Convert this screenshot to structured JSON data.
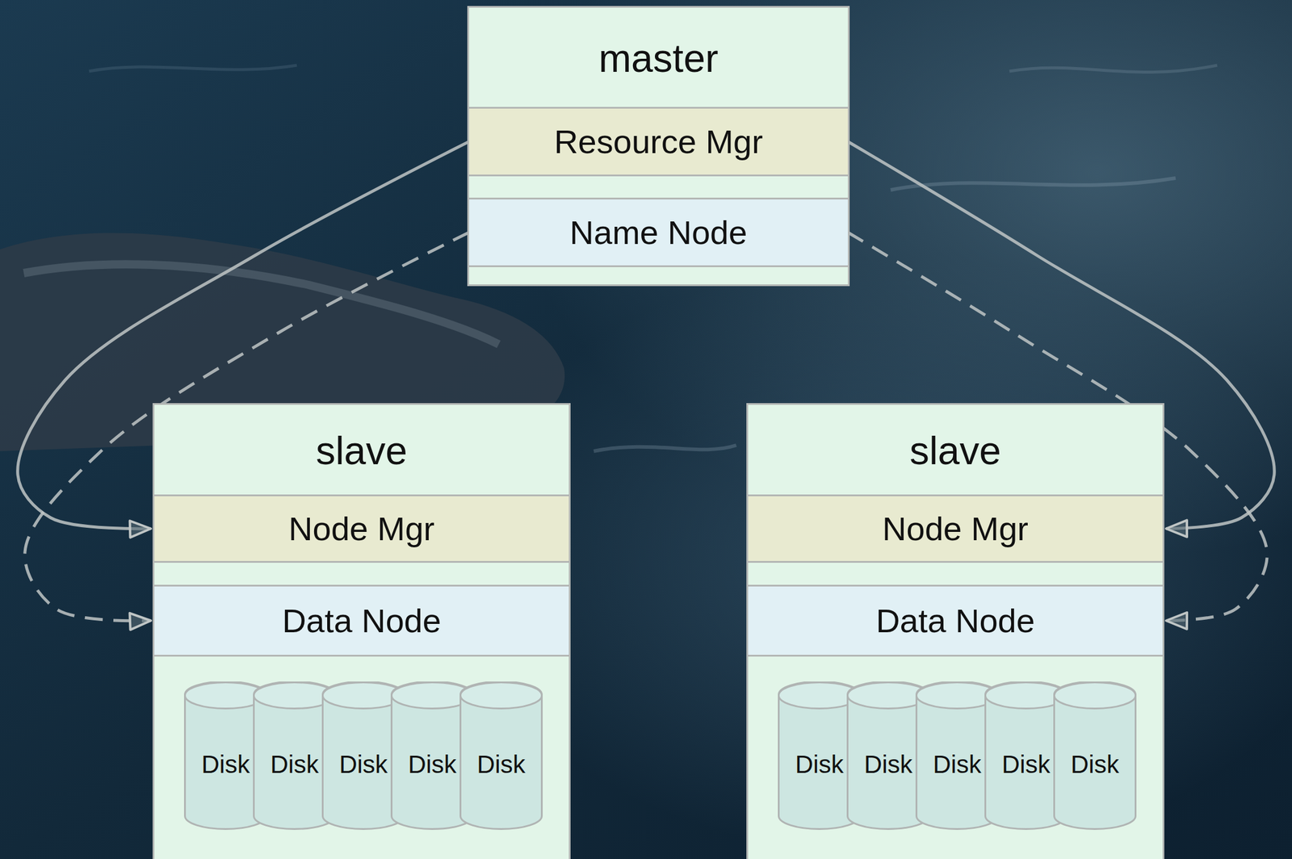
{
  "diagram": {
    "nodes": [
      {
        "text": [
          "master"
        ]
      },
      {
        "text": [
          "Resource Mgr"
        ],
        "in": 0
      },
      {
        "text": [
          "Name Node"
        ],
        "in": 0
      },
      {
        "text": [
          "slave"
        ]
      },
      {
        "text": [
          "Node Mgr"
        ],
        "in": 3
      },
      {
        "text": [
          "Data Node"
        ],
        "in": 3
      },
      {
        "text": [
          "Disk"
        ],
        "in": 3
      },
      {
        "text": [
          "Disk"
        ],
        "in": 3
      },
      {
        "text": [
          "Disk"
        ],
        "in": 3
      },
      {
        "text": [
          "Disk"
        ],
        "in": 3
      },
      {
        "text": [
          "Disk"
        ],
        "in": 3
      },
      {
        "text": [
          "slave"
        ]
      },
      {
        "text": [
          "Node Mgr"
        ],
        "in": 11
      },
      {
        "text": [
          "Data Node"
        ],
        "in": 11
      },
      {
        "text": [
          "Disk"
        ],
        "in": 11
      },
      {
        "text": [
          "Disk"
        ],
        "in": 11
      },
      {
        "text": [
          "Disk"
        ],
        "in": 11
      },
      {
        "text": [
          "Disk"
        ],
        "in": 11
      },
      {
        "text": [
          "Disk"
        ],
        "in": 11
      }
    ],
    "edges": [
      {
        "from": 1,
        "to": 4,
        "arrow": "to"
      },
      {
        "from": 2,
        "to": 5,
        "arrow": "to"
      },
      {
        "from": 1,
        "to": 12,
        "arrow": "to"
      },
      {
        "from": 2,
        "to": 13,
        "arrow": "to"
      }
    ]
  }
}
